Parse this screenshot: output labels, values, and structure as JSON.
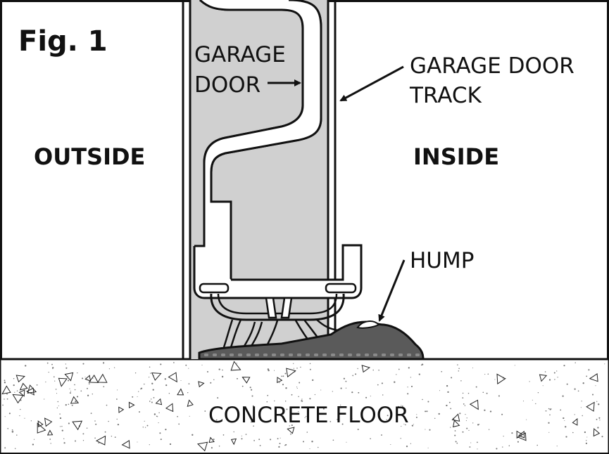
{
  "figure": {
    "fig_label": "Fig. 1",
    "outside_label": "OUTSIDE",
    "inside_label": "INSIDE",
    "garage_door_label_line1": "GARAGE",
    "garage_door_label_line2": "DOOR",
    "track_label_line1": "GARAGE DOOR",
    "track_label_line2": "TRACK",
    "hump_label": "HUMP",
    "floor_label": "CONCRETE FLOOR"
  },
  "colors": {
    "door_panel": "#d0d0d0",
    "threshold_seal": "#5a5a5a",
    "outline": "#111111",
    "background": "#ffffff"
  }
}
